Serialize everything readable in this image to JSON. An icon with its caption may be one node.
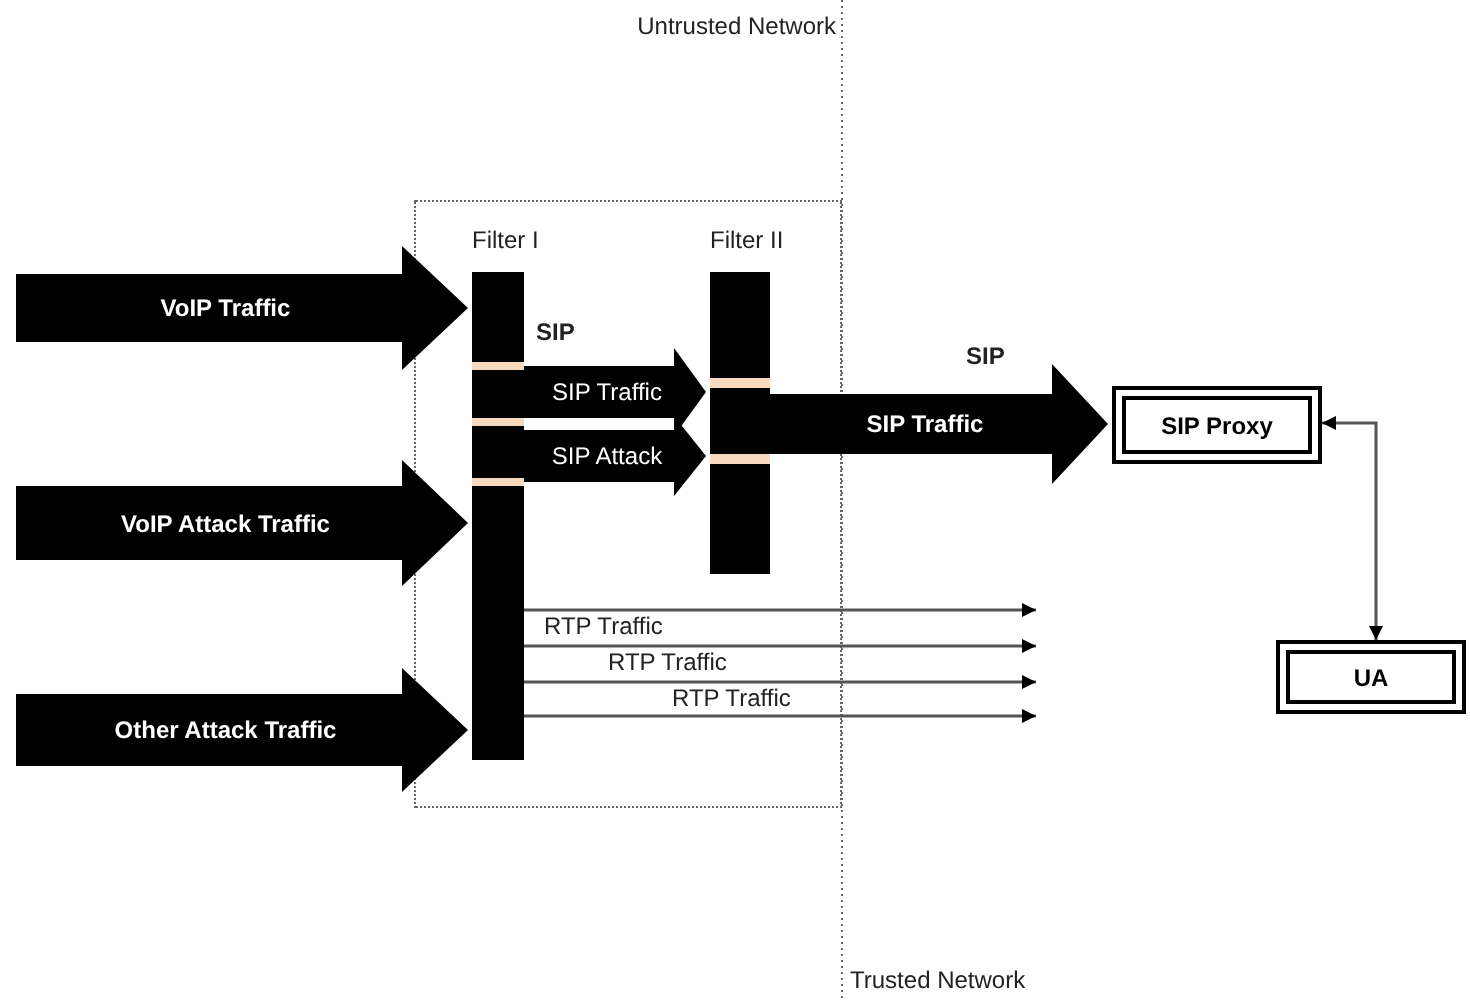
{
  "diagram": {
    "nodes": [
      {
        "text": [],
        "shape": "box"
      },
      {
        "text": [
          "Filter I"
        ],
        "in": 0
      },
      {
        "text": [
          "Filter II"
        ],
        "in": 0
      },
      {
        "text": [
          "SIP Proxy"
        ]
      },
      {
        "text": [
          "UA"
        ]
      }
    ],
    "edges": [
      {
        "from": null,
        "to": 1,
        "arrow": "to",
        "label": "VoIP Traffic",
        "style": "thick"
      },
      {
        "from": 1,
        "to": 2,
        "arrow": "to",
        "label": "SIP Traffic",
        "style": "thick"
      },
      {
        "from": 1,
        "to": 2,
        "arrow": "to",
        "label": "SIP Attack",
        "style": "thick"
      },
      {
        "from": 2,
        "to": 3,
        "arrow": "to",
        "label": "SIP Traffic",
        "style": "thick"
      },
      {
        "from": null,
        "to": 1,
        "arrow": "to",
        "label": "VoIP Attack Traffic",
        "style": "thick"
      },
      {
        "from": null,
        "to": 1,
        "arrow": "to",
        "label": "Other Attack Traffic",
        "style": "thick"
      },
      {
        "from": 3,
        "to": 4,
        "arrow": "both"
      },
      {
        "from": 1,
        "to": null,
        "arrow": "to",
        "label": "RTP Traffic"
      },
      {
        "from": 1,
        "to": null,
        "arrow": "to",
        "label": "RTP Traffic"
      },
      {
        "from": 1,
        "to": null,
        "arrow": "to",
        "label": "RTP Traffic"
      },
      {
        "from": 1,
        "to": null,
        "arrow": "to"
      }
    ],
    "labels": [
      "Untrusted Network",
      "SIP",
      "SIP",
      "Trusted Network"
    ]
  }
}
